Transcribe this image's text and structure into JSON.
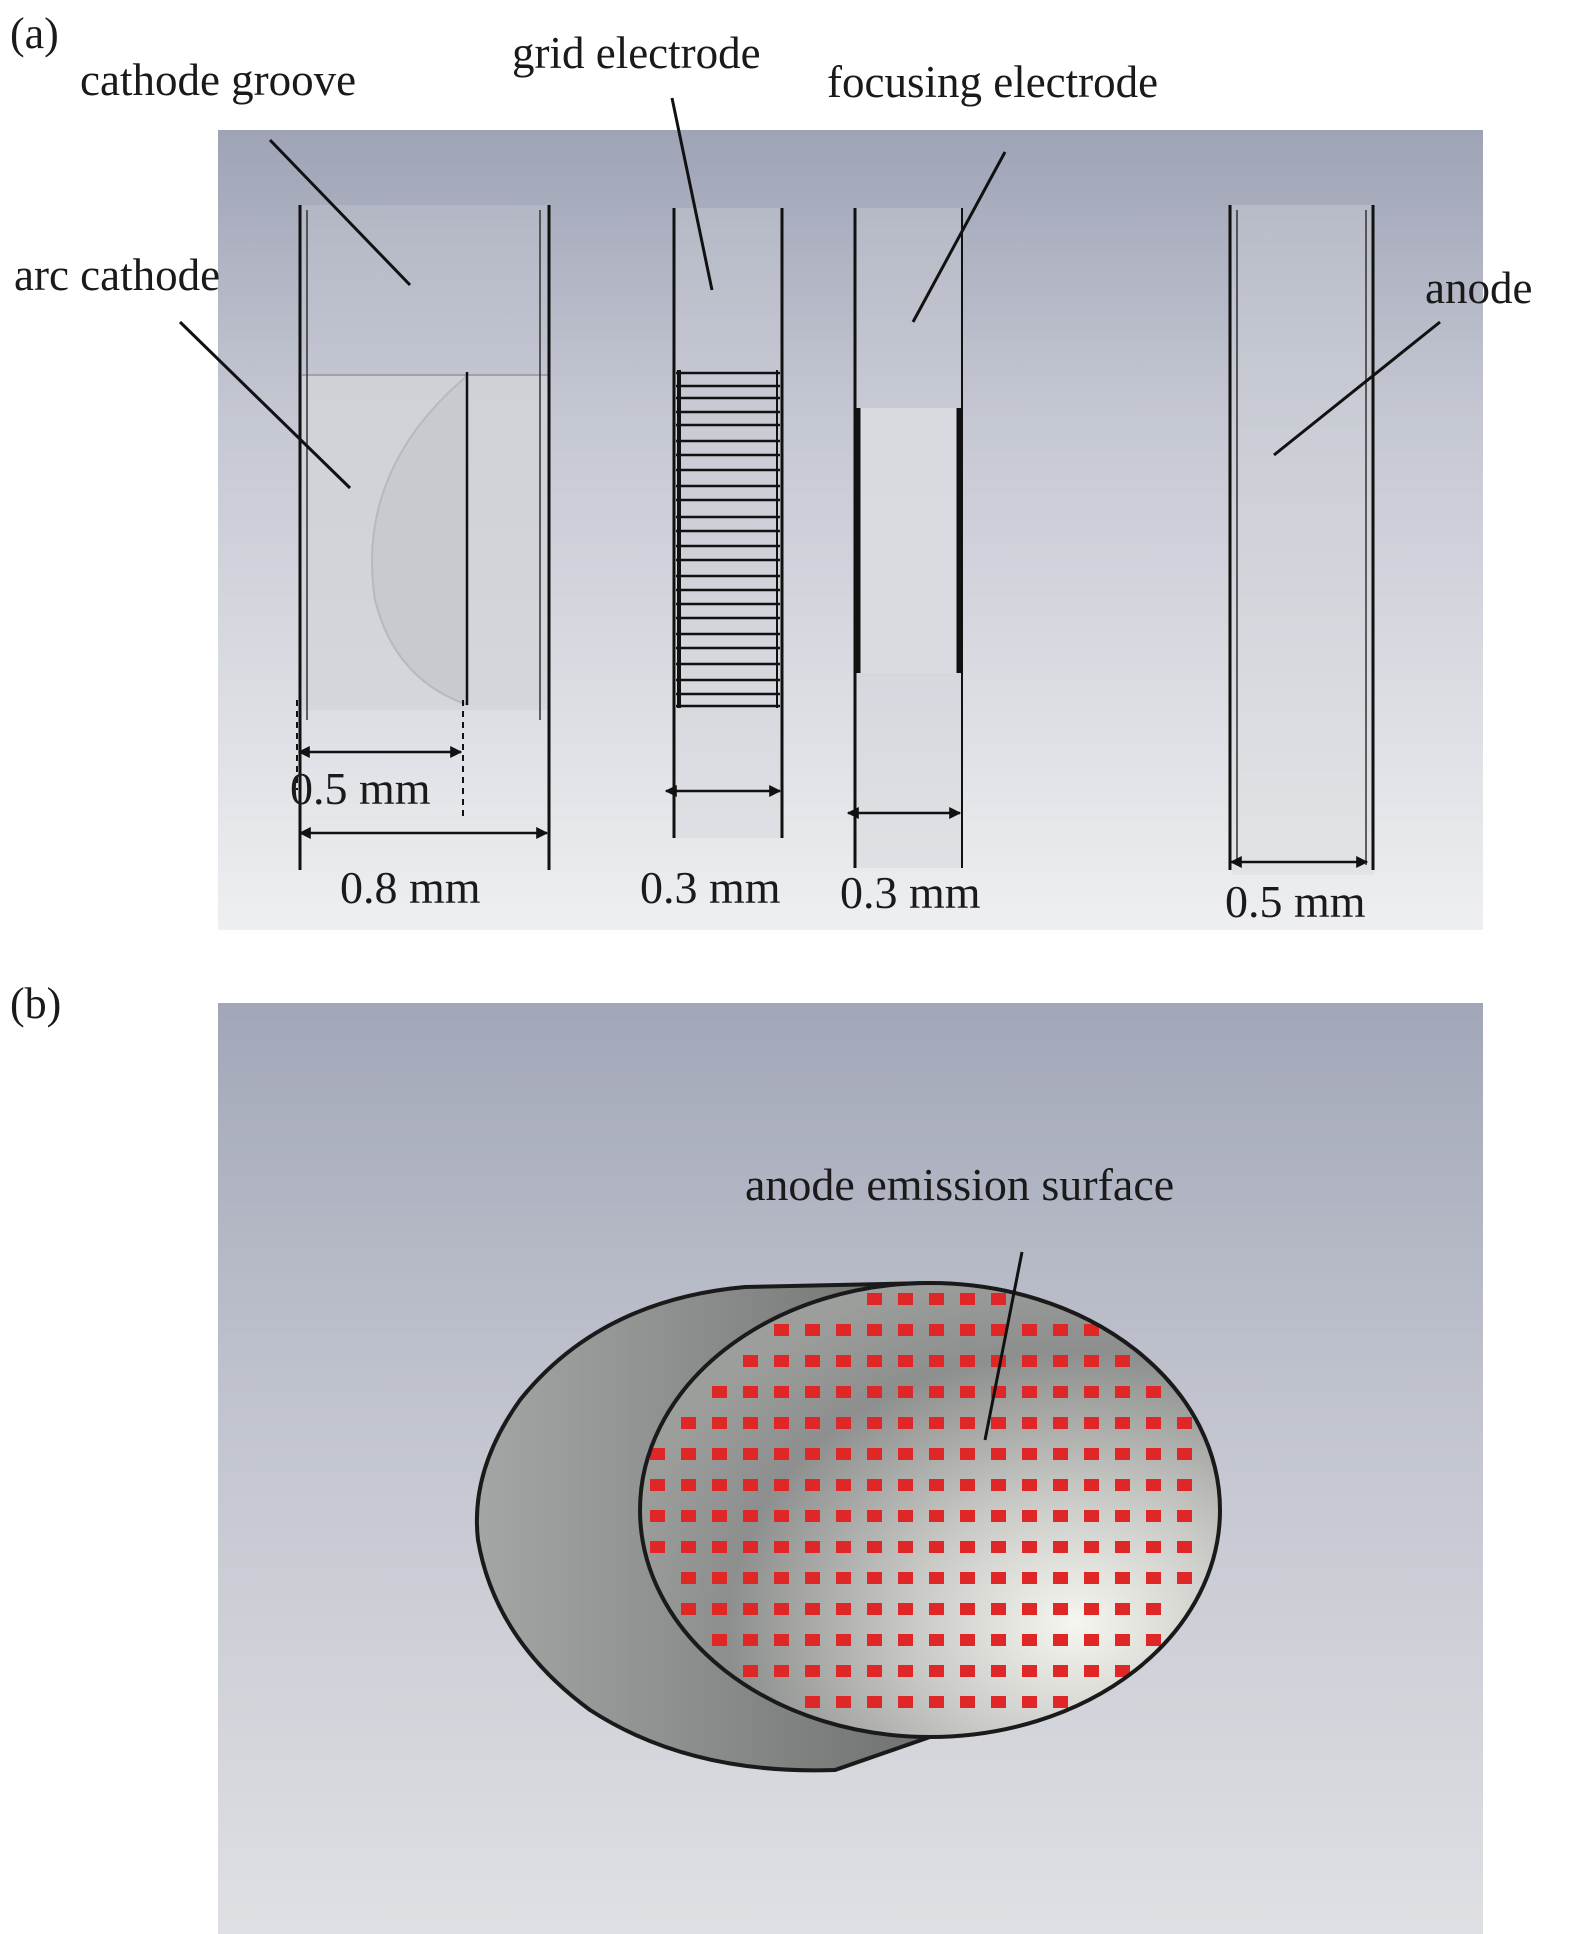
{
  "panel_a": {
    "tag": "(a)",
    "labels": {
      "cathode_groove": "cathode groove",
      "grid_electrode": "grid electrode",
      "focusing_electrode": "focusing electrode",
      "arc_cathode": "arc cathode",
      "anode": "anode"
    },
    "dimensions": {
      "arc_depth": "0.5 mm",
      "cathode_width": "0.8 mm",
      "grid_width": "0.3 mm",
      "focusing_width": "0.3 mm",
      "anode_width": "0.5 mm"
    }
  },
  "panel_b": {
    "tag": "(b)",
    "label": "anode emission surface",
    "colors": {
      "emission_dots": "#e02727",
      "anode_body": "#8e918f"
    }
  }
}
